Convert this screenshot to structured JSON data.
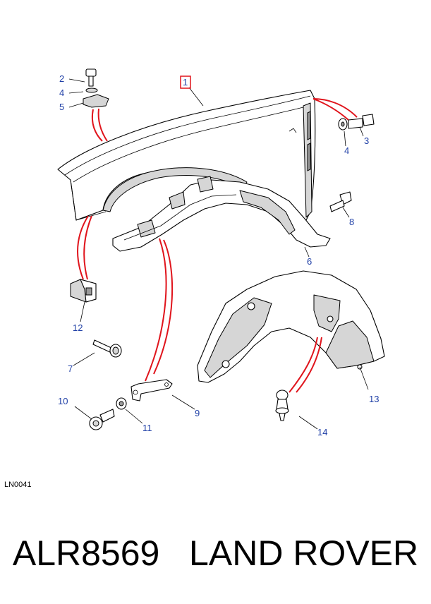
{
  "diagram": {
    "figure_code": "LN0041",
    "callouts": [
      "1",
      "2",
      "3",
      "4",
      "4",
      "5",
      "6",
      "7",
      "8",
      "9",
      "10",
      "11",
      "12",
      "13",
      "14"
    ],
    "highlighted_callout": "1",
    "highlight_color": "#e0141c",
    "callout_color": "#1f3fa6"
  },
  "caption": {
    "part_number": "ALR8569",
    "brand": "LAND ROVER"
  }
}
